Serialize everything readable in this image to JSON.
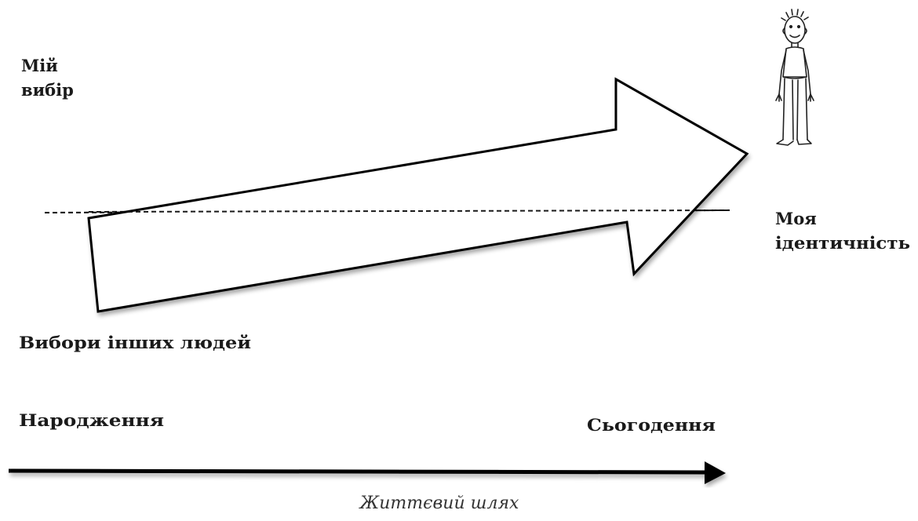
{
  "labels": {
    "my_choice_line1": "Мій",
    "my_choice_line2": "вибір",
    "my_identity_line1": "Моя",
    "my_identity_line2": "ідентичність",
    "others_choices": "Вибори інших людей",
    "birth": "Народження",
    "present": "Сьогодення",
    "caption": "Життєвий шлях"
  },
  "colors": {
    "stroke": "#000000",
    "text": "#1a1a1a"
  }
}
